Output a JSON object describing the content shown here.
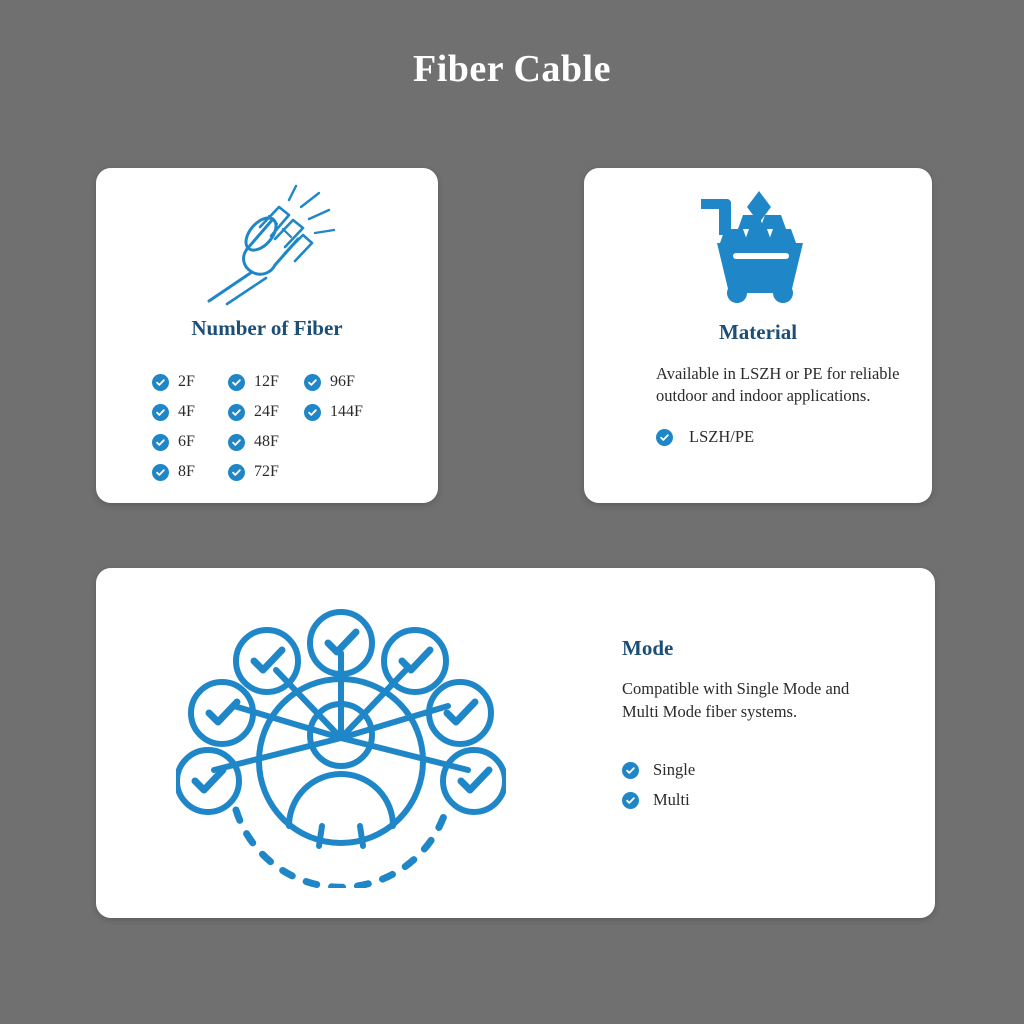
{
  "page": {
    "title": "Fiber Cable",
    "background_color": "#707070",
    "accent_color": "#1f87c8",
    "heading_color": "#1c4e77",
    "card_color": "#ffffff",
    "text_color": "#2b2b2b"
  },
  "cards": {
    "fiber": {
      "icon": "fiber-cable-icon",
      "heading": "Number of Fiber",
      "columns": [
        {
          "items": [
            "2F",
            "4F",
            "6F",
            "8F"
          ]
        },
        {
          "items": [
            "12F",
            "24F",
            "48F",
            "72F"
          ]
        },
        {
          "items": [
            "96F",
            "144F"
          ]
        }
      ]
    },
    "material": {
      "icon": "mining-cart-icon",
      "heading": "Material",
      "description": "Available in LSZH or PE for reliable outdoor and indoor applications.",
      "items": [
        "LSZH/PE"
      ]
    },
    "mode": {
      "icon": "network-users-check-icon",
      "heading": "Mode",
      "description": "Compatible with Single Mode and Multi Mode fiber systems.",
      "items": [
        "Single",
        "Multi"
      ]
    }
  }
}
